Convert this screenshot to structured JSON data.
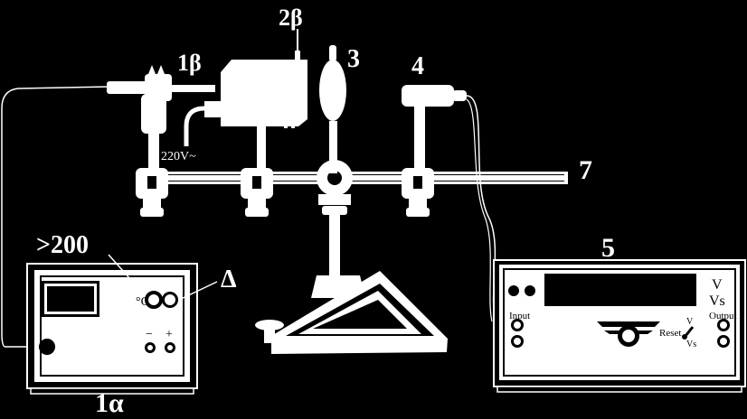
{
  "labels": {
    "heater_supply": "1α",
    "heater": "1β",
    "lamp_box": "2β",
    "lens": "3",
    "sensor": "4",
    "meter": "5",
    "rail": "7",
    "temp_setting": ">200",
    "delta": "Δ"
  },
  "mains": "220V~",
  "supply_panel": {
    "unit": "°C",
    "minus": "−",
    "plus": "+"
  },
  "meter_panel": {
    "input": "Input",
    "output": "Output",
    "reset": "Reset",
    "unit_v": "V",
    "unit_vs": "Vs",
    "switch_v": "V",
    "switch_vs": "Vs"
  },
  "colors": {
    "background": "#000000",
    "line": "#ffffff"
  }
}
